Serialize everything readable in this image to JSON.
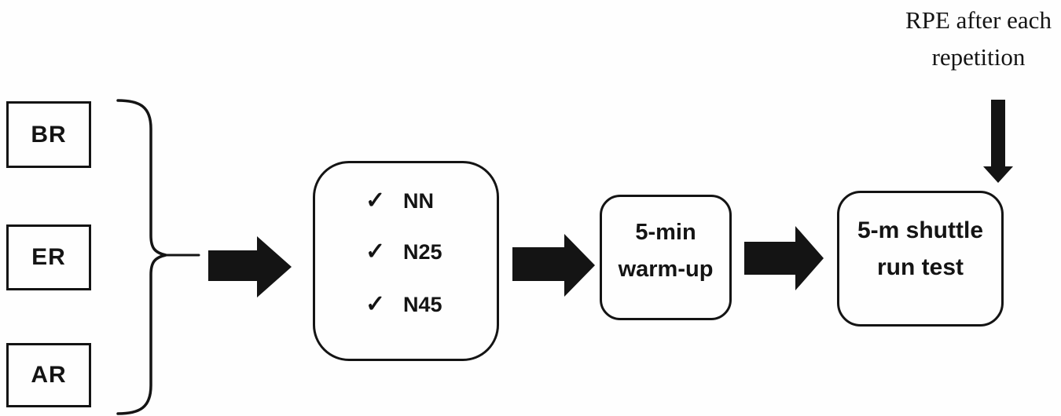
{
  "diagram": {
    "title_hint": "experimental-protocol-flowchart",
    "colors": {
      "ink": "#141414",
      "background": "#fefefe"
    },
    "groups": [
      {
        "label": "BR"
      },
      {
        "label": "ER"
      },
      {
        "label": "AR"
      }
    ],
    "conditions": {
      "check_glyph": "✓",
      "items": [
        {
          "label": "NN"
        },
        {
          "label": "N25"
        },
        {
          "label": "N45"
        }
      ]
    },
    "warmup": {
      "line1": "5-min",
      "line2": "warm-up"
    },
    "shuttle": {
      "line1": "5-m shuttle",
      "line2": "run test"
    },
    "rpe_note": {
      "line1": "RPE after each",
      "line2": "repetition"
    }
  }
}
